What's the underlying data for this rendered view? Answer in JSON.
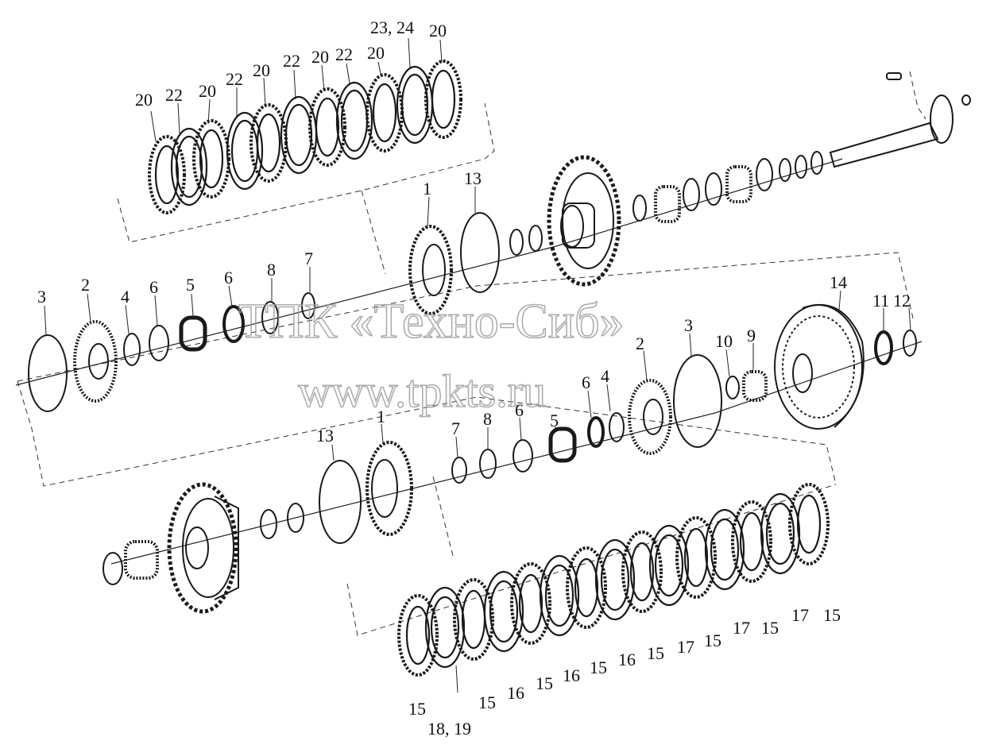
{
  "watermark": {
    "line1": "ТПК «Техно-Сиб»",
    "line2": "www.tpkts.ru"
  },
  "upper_pack": {
    "labels": [
      {
        "id": "u20a",
        "text": "20"
      },
      {
        "id": "u22a",
        "text": "22"
      },
      {
        "id": "u20b",
        "text": "20"
      },
      {
        "id": "u22b",
        "text": "22"
      },
      {
        "id": "u20c",
        "text": "20"
      },
      {
        "id": "u22c",
        "text": "22"
      },
      {
        "id": "u20d",
        "text": "20"
      },
      {
        "id": "u22d",
        "text": "22"
      },
      {
        "id": "u20e",
        "text": "20"
      },
      {
        "id": "u2324",
        "text": "23, 24"
      },
      {
        "id": "u20f",
        "text": "20"
      }
    ]
  },
  "middle_row": {
    "labels": [
      {
        "id": "m3",
        "text": "3"
      },
      {
        "id": "m2",
        "text": "2"
      },
      {
        "id": "m4",
        "text": "4"
      },
      {
        "id": "m6a",
        "text": "6"
      },
      {
        "id": "m5",
        "text": "5"
      },
      {
        "id": "m6b",
        "text": "6"
      },
      {
        "id": "m8",
        "text": "8"
      },
      {
        "id": "m7",
        "text": "7"
      },
      {
        "id": "m1",
        "text": "1"
      },
      {
        "id": "m13",
        "text": "13"
      }
    ]
  },
  "right_group": {
    "labels": [
      {
        "id": "r14",
        "text": "14"
      },
      {
        "id": "r11",
        "text": "11"
      },
      {
        "id": "r12",
        "text": "12"
      },
      {
        "id": "r9",
        "text": "9"
      },
      {
        "id": "r10",
        "text": "10"
      },
      {
        "id": "r3",
        "text": "3"
      },
      {
        "id": "r2",
        "text": "2"
      },
      {
        "id": "r4",
        "text": "4"
      },
      {
        "id": "r6",
        "text": "6"
      }
    ]
  },
  "lower_row": {
    "labels": [
      {
        "id": "l13",
        "text": "13"
      },
      {
        "id": "l1",
        "text": "1"
      },
      {
        "id": "l7",
        "text": "7"
      },
      {
        "id": "l8",
        "text": "8"
      },
      {
        "id": "l6",
        "text": "6"
      },
      {
        "id": "l5",
        "text": "5"
      }
    ]
  },
  "lower_pack": {
    "labels": [
      {
        "id": "p15a",
        "text": "15"
      },
      {
        "id": "p1819",
        "text": "18, 19"
      },
      {
        "id": "p15b",
        "text": "15"
      },
      {
        "id": "p16a",
        "text": "16"
      },
      {
        "id": "p15c",
        "text": "15"
      },
      {
        "id": "p16b",
        "text": "16"
      },
      {
        "id": "p15d",
        "text": "15"
      },
      {
        "id": "p16c",
        "text": "16"
      },
      {
        "id": "p15e",
        "text": "15"
      },
      {
        "id": "p17a",
        "text": "17"
      },
      {
        "id": "p15f",
        "text": "15"
      },
      {
        "id": "p17b",
        "text": "17"
      },
      {
        "id": "p15g",
        "text": "15"
      },
      {
        "id": "p17c",
        "text": "17"
      },
      {
        "id": "p15h",
        "text": "15"
      }
    ]
  }
}
